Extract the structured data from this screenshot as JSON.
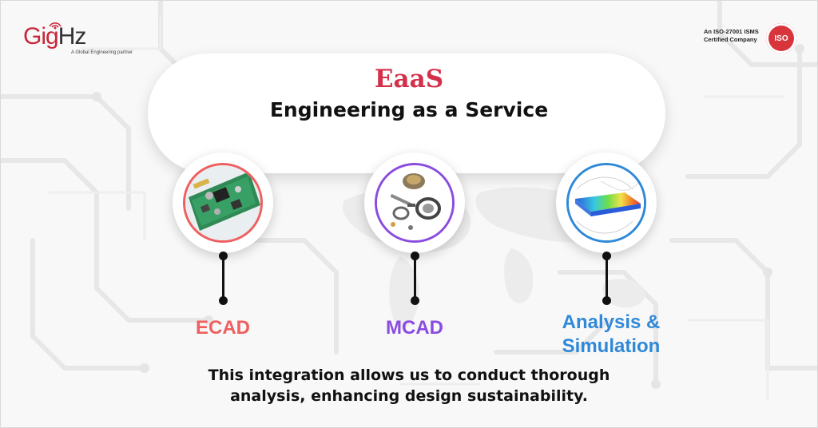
{
  "brand": {
    "logo_prefix": "Gig",
    "logo_suffix": "Hz",
    "logo_tagline": "A Global Engineering partner",
    "accent": "#c8283a"
  },
  "certification": {
    "line1": "An ISO-27001 ISMS",
    "line2": "Certified Company",
    "seal_text": "ISO",
    "seal_color": "#d7343c"
  },
  "heading": {
    "title": "EaaS",
    "subtitle": "Engineering as a Service",
    "title_color": "#d4304a"
  },
  "services": [
    {
      "label": "ECAD",
      "color": "#ef5f5f",
      "icon": "circuit-board-icon"
    },
    {
      "label": "MCAD",
      "color": "#8a4ce0",
      "icon": "mechanical-parts-icon"
    },
    {
      "label_line1": "Analysis &",
      "label_line2": "Simulation",
      "color": "#2f89d8",
      "icon": "simulation-heatmap-icon"
    }
  ],
  "footer": {
    "line1": "This integration allows us to conduct thorough",
    "line2": "analysis, enhancing design sustainability."
  }
}
